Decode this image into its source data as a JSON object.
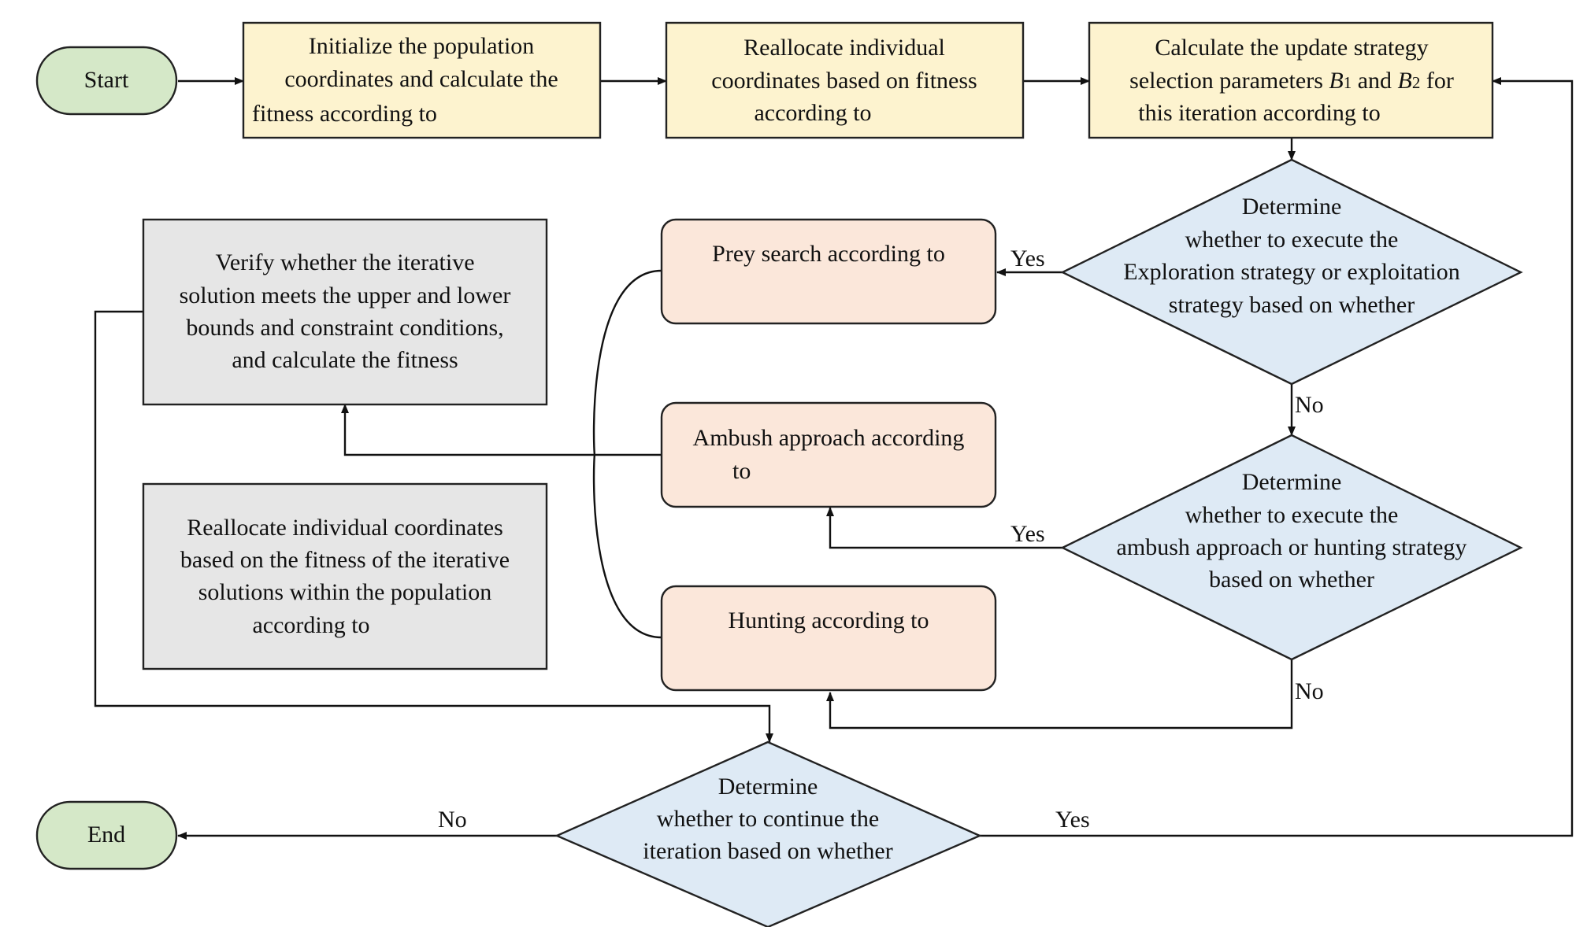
{
  "nodes": {
    "start": {
      "label": "Start"
    },
    "end": {
      "label": "End"
    },
    "init": {
      "lines": [
        "Initialize the population",
        "coordinates and calculate the",
        "fitness according to"
      ]
    },
    "realloc_top": {
      "lines": [
        "Reallocate individual",
        "coordinates based on fitness",
        "according to"
      ]
    },
    "calc_params": {
      "line1": "Calculate the update strategy",
      "line2_a": "selection parameters ",
      "b1": "B",
      "sub1": "1",
      "and": " and ",
      "b2": "B",
      "sub2": "2",
      "for": " for",
      "line3": "this iteration according to"
    },
    "decision_explore": {
      "lines": [
        "Determine",
        "whether to execute the",
        "Exploration strategy or exploitation",
        "strategy based on whether"
      ]
    },
    "decision_ambush": {
      "lines": [
        "Determine",
        "whether to execute the",
        "ambush approach or hunting strategy",
        "based on whether"
      ]
    },
    "decision_continue": {
      "lines": [
        "Determine",
        "whether to continue the",
        "iteration based on whether"
      ]
    },
    "prey_search": {
      "lines": [
        "Prey search according to"
      ]
    },
    "ambush": {
      "lines": [
        "Ambush approach according",
        "to"
      ]
    },
    "hunting": {
      "lines": [
        "Hunting according to"
      ]
    },
    "verify": {
      "lines": [
        "Verify whether the iterative",
        "solution meets the upper and lower",
        "bounds and constraint conditions,",
        "and calculate the fitness"
      ]
    },
    "realloc_iter": {
      "lines": [
        "Reallocate individual coordinates",
        "based on the fitness of the iterative",
        "solutions within the population",
        "according to"
      ]
    }
  },
  "edge_labels": {
    "yes_explore": "Yes",
    "no_explore": "No",
    "yes_ambush": "Yes",
    "no_ambush": "No",
    "no_continue": "No",
    "yes_continue": "Yes"
  }
}
